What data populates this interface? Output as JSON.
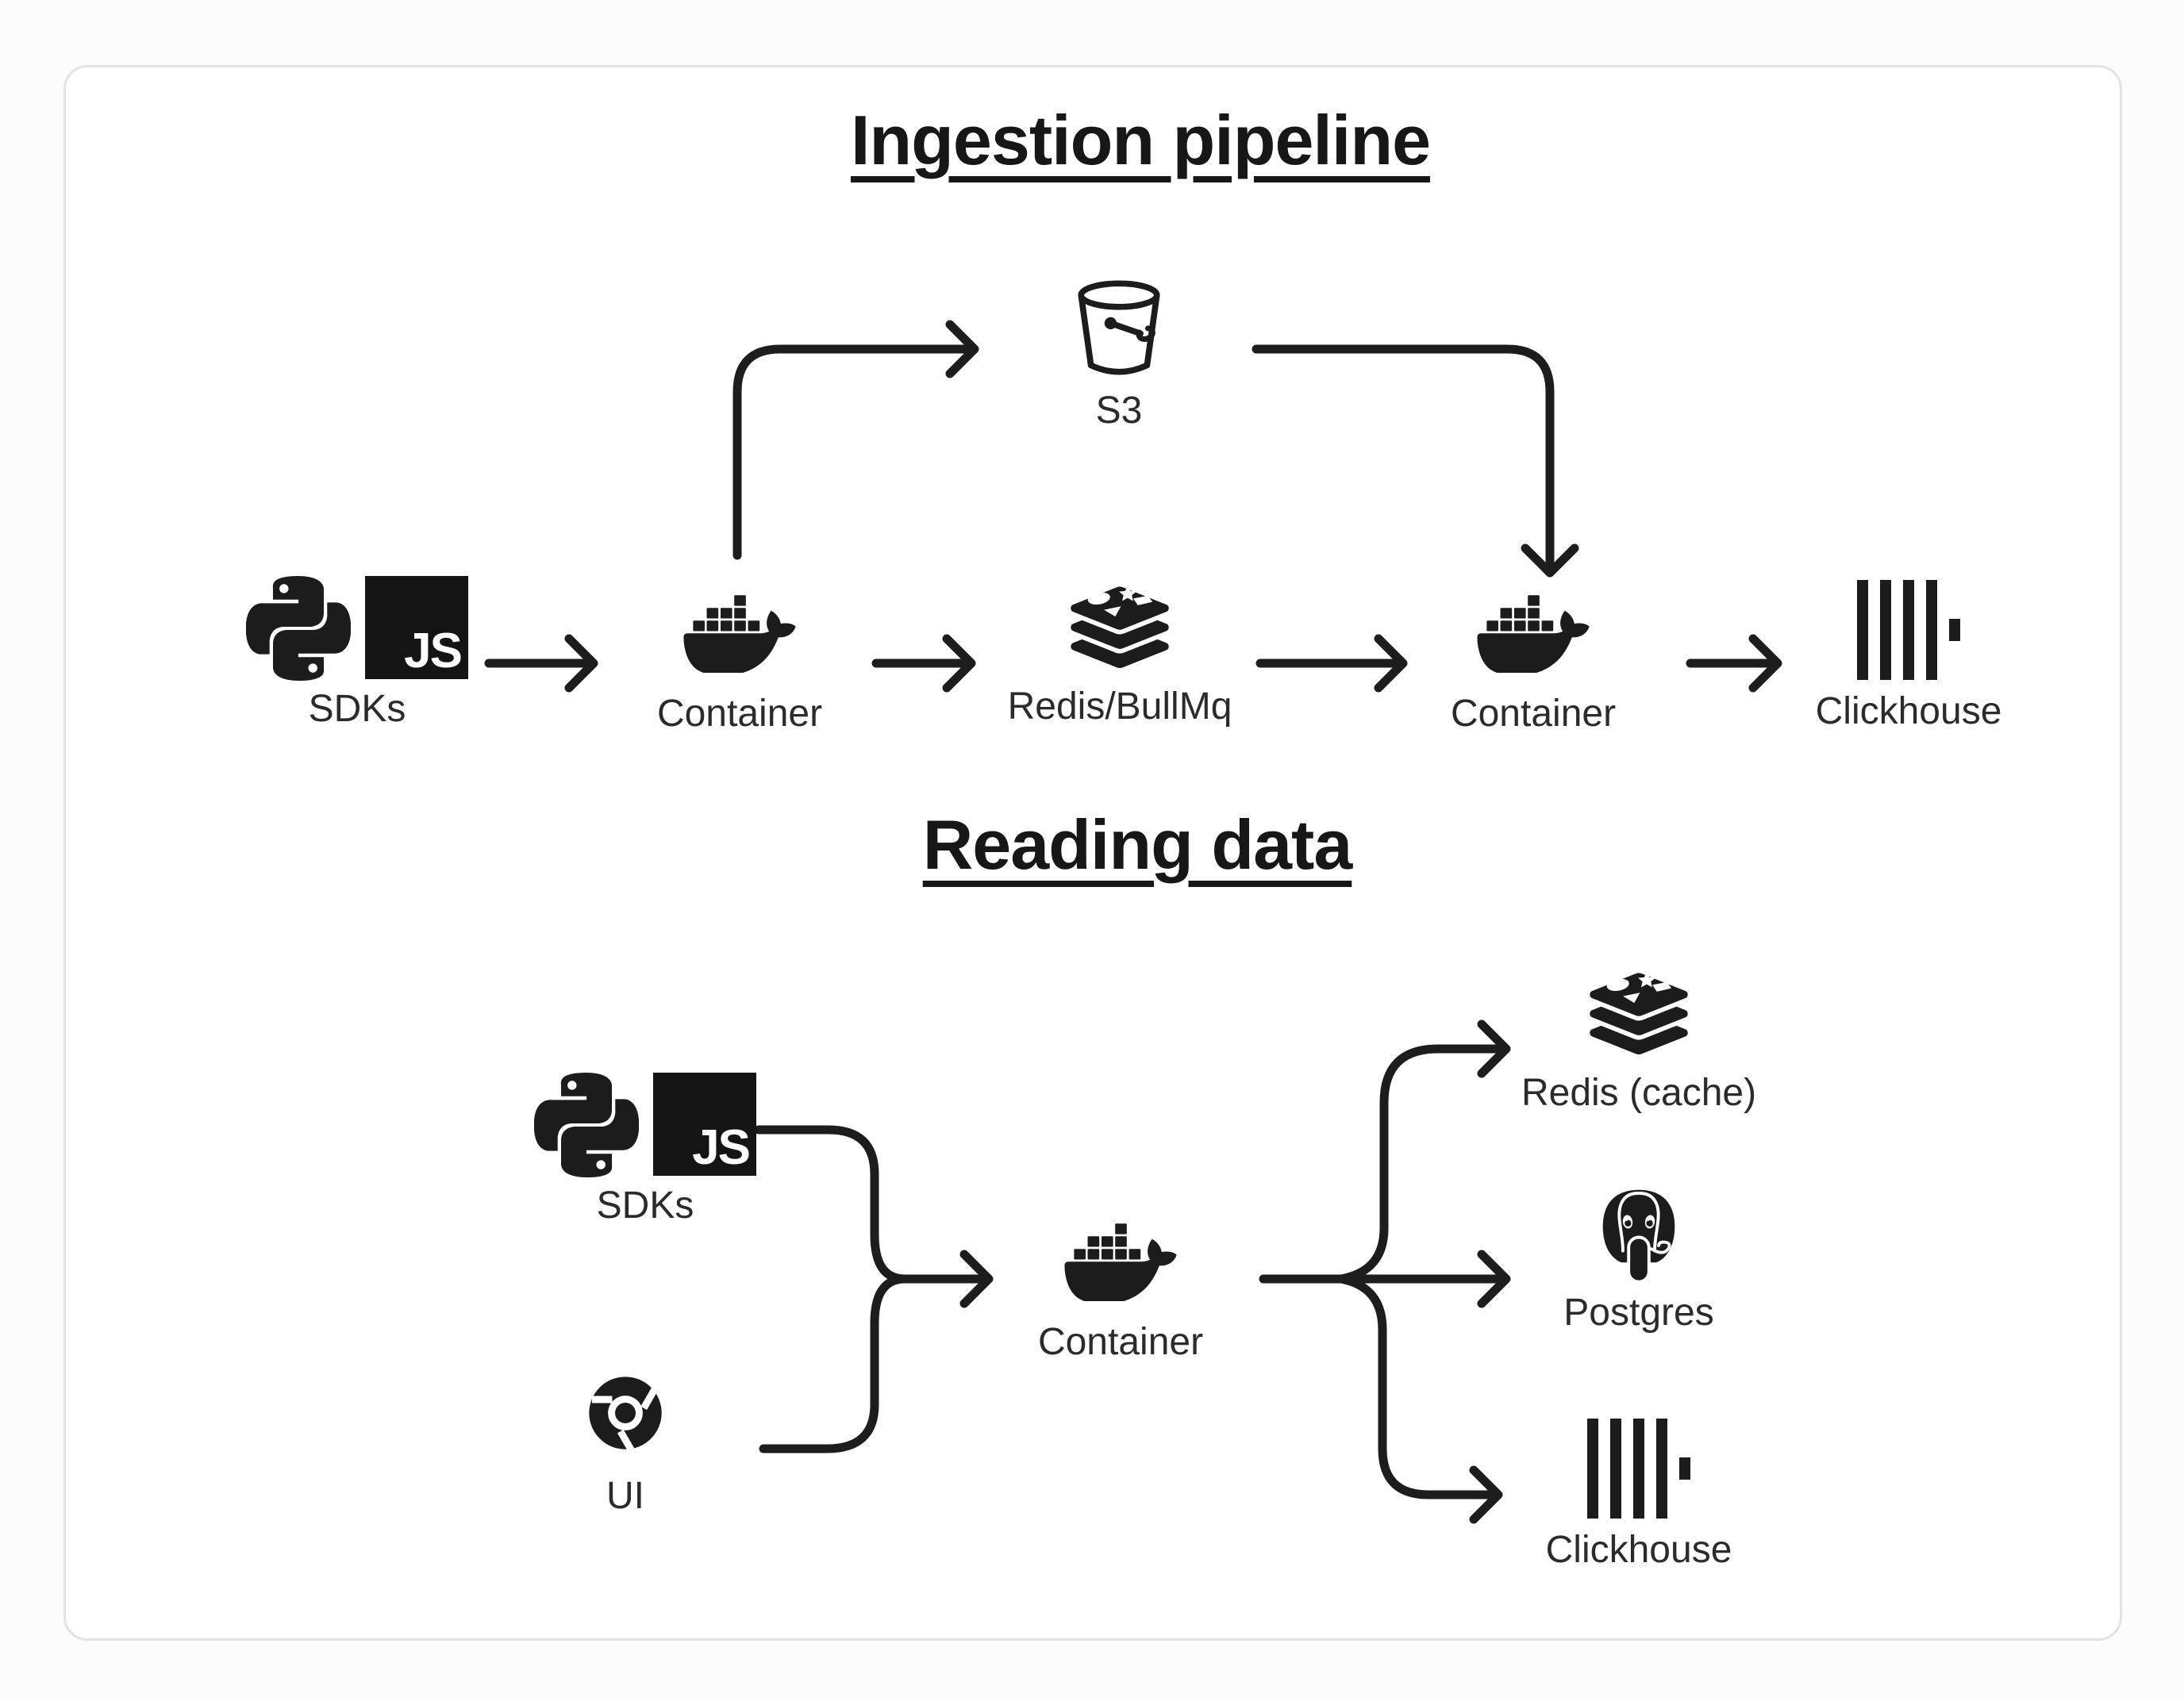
{
  "theme": {
    "background": "#fcfcfc",
    "card_background": "#ffffff",
    "card_border": "#e3e3e3",
    "ink": "#1d1d1d",
    "text": "#2b2b2b"
  },
  "badges": {
    "js": "JS"
  },
  "ingestion": {
    "title": "Ingestion pipeline",
    "nodes": {
      "sdks": {
        "label": "SDKs",
        "icons": [
          "python-icon",
          "javascript-icon"
        ]
      },
      "s3": {
        "label": "S3",
        "icon": "bucket-icon"
      },
      "container_ingest": {
        "label": "Container",
        "icon": "docker-whale-icon"
      },
      "queue": {
        "label": "Redis/BullMq",
        "icon": "redis-icon"
      },
      "container_worker": {
        "label": "Container",
        "icon": "docker-whale-icon"
      },
      "clickhouse": {
        "label": "Clickhouse",
        "icon": "clickhouse-bars-icon"
      }
    },
    "edges": [
      {
        "from": "sdks",
        "to": "container_ingest"
      },
      {
        "from": "container_ingest",
        "to": "s3"
      },
      {
        "from": "container_ingest",
        "to": "queue"
      },
      {
        "from": "s3",
        "to": "container_worker"
      },
      {
        "from": "queue",
        "to": "container_worker"
      },
      {
        "from": "container_worker",
        "to": "clickhouse"
      }
    ]
  },
  "reading": {
    "title": "Reading data",
    "nodes": {
      "sdks": {
        "label": "SDKs",
        "icons": [
          "python-icon",
          "javascript-icon"
        ]
      },
      "ui": {
        "label": "UI",
        "icon": "chrome-icon"
      },
      "container": {
        "label": "Container",
        "icon": "docker-whale-icon"
      },
      "redis_cache": {
        "label": "Redis (cache)",
        "icon": "redis-icon"
      },
      "postgres": {
        "label": "Postgres",
        "icon": "postgres-elephant-icon"
      },
      "clickhouse": {
        "label": "Clickhouse",
        "icon": "clickhouse-bars-icon"
      }
    },
    "edges": [
      {
        "from": "sdks",
        "to": "container"
      },
      {
        "from": "ui",
        "to": "container"
      },
      {
        "from": "container",
        "to": "redis_cache"
      },
      {
        "from": "container",
        "to": "postgres"
      },
      {
        "from": "container",
        "to": "clickhouse"
      }
    ]
  }
}
